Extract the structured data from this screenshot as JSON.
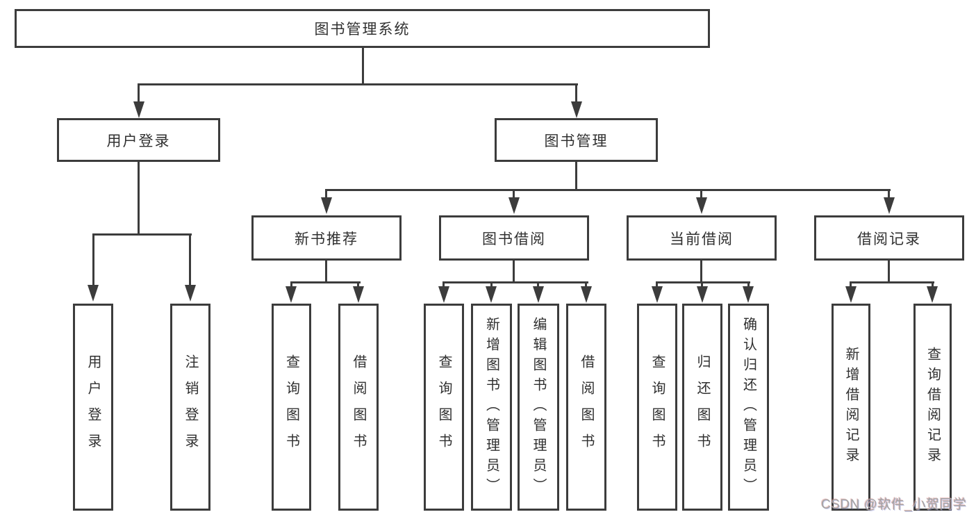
{
  "tree": {
    "label": "图书管理系统",
    "children": [
      {
        "label": "用户登录",
        "children": [
          {
            "label": "用户登录"
          },
          {
            "label": "注销登录"
          }
        ]
      },
      {
        "label": "图书管理",
        "children": [
          {
            "label": "新书推荐",
            "children": [
              {
                "label": "查询图书"
              },
              {
                "label": "借阅图书"
              }
            ]
          },
          {
            "label": "图书借阅",
            "children": [
              {
                "label": "查询图书"
              },
              {
                "label": "新增图书（管理员）"
              },
              {
                "label": "编辑图书（管理员）"
              },
              {
                "label": "借阅图书"
              }
            ]
          },
          {
            "label": "当前借阅",
            "children": [
              {
                "label": "查询图书"
              },
              {
                "label": "归还图书"
              },
              {
                "label": "确认归还（管理员）"
              }
            ]
          },
          {
            "label": "借阅记录",
            "children": [
              {
                "label": "新增借阅记录"
              },
              {
                "label": "查询借阅记录"
              }
            ]
          }
        ]
      }
    ]
  },
  "watermark": {
    "text": "CSDN @软件_小贺同学"
  },
  "colors": {
    "line": "#3c3c3c",
    "border": "#3c3c3c",
    "text": "#303030",
    "background": "#ffffff",
    "watermark": "#a3a3a3"
  }
}
